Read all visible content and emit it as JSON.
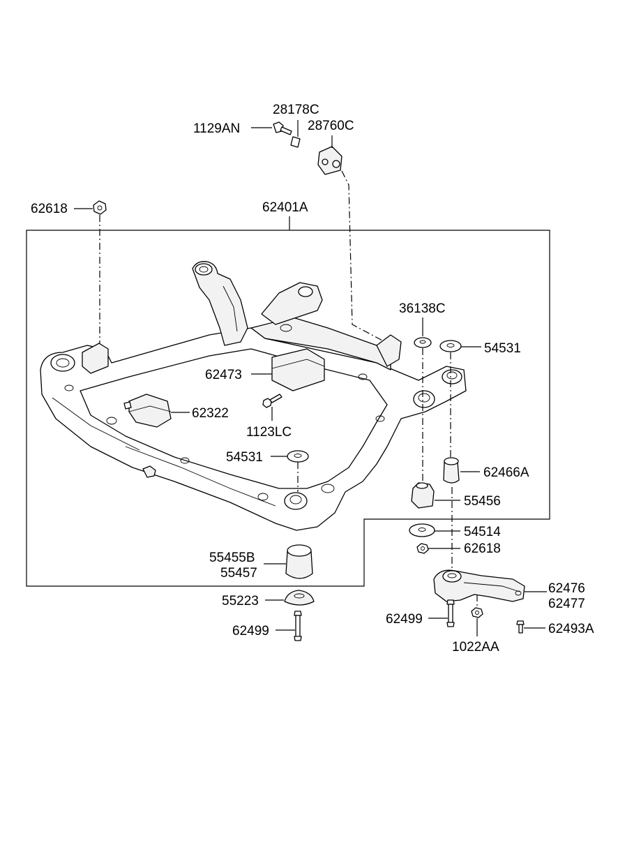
{
  "labels": {
    "p28178C": "28178C",
    "p1129AN": "1129AN",
    "p28760C": "28760C",
    "p62618_top": "62618",
    "p62401A": "62401A",
    "p36138C": "36138C",
    "p54531_right": "54531",
    "p62473": "62473",
    "p62322": "62322",
    "p1123LC": "1123LC",
    "p54531_left": "54531",
    "p62466A": "62466A",
    "p55456": "55456",
    "p54514": "54514",
    "p62618_bottom": "62618",
    "p55455B": "55455B",
    "p55457": "55457",
    "p62476": "62476",
    "p62477": "62477",
    "p55223": "55223",
    "p62499_right": "62499",
    "p62493A": "62493A",
    "p62499_left": "62499",
    "p1022AA": "1022AA"
  }
}
